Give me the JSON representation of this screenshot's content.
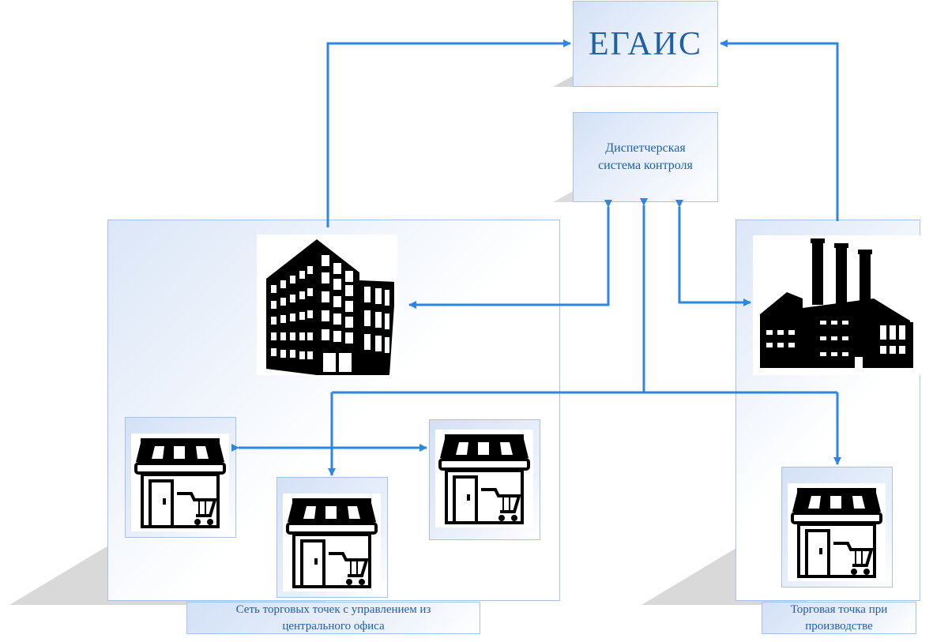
{
  "egais": {
    "label": "ЕГАИС"
  },
  "control": {
    "label": "Диспетчерская\nсистема контроля"
  },
  "retail_network": {
    "caption": "Сеть торговых точек с управлением из\nцентрального офиса"
  },
  "factory_outlet": {
    "caption": "Торговая точка при\nпроизводстве"
  },
  "icons": {
    "office": "office-building-icon",
    "factory": "factory-icon",
    "store": "store-with-cart-icon"
  },
  "colors": {
    "arrow": "#2f86de",
    "text": "#1f5fa8",
    "border": "#a9c1e4",
    "icon": "#000000"
  }
}
